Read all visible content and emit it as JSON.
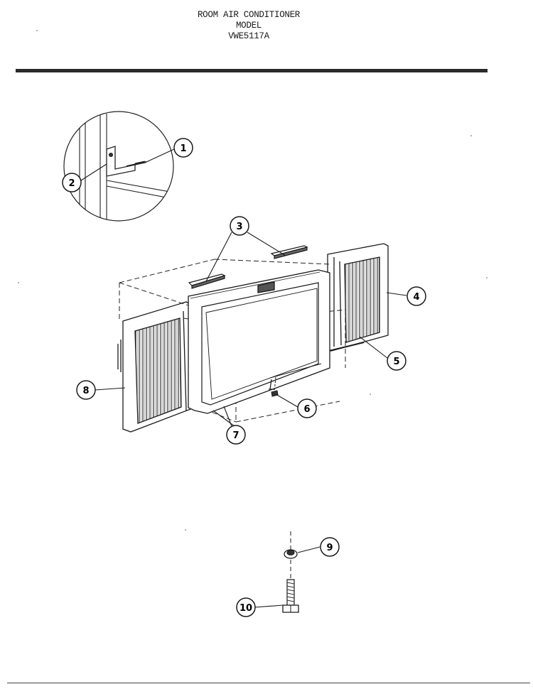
{
  "header": {
    "line1": "ROOM AIR CONDITIONER",
    "line2": "MODEL",
    "line3": "VWE5117A"
  },
  "callouts": [
    {
      "id": "1",
      "label": "1"
    },
    {
      "id": "2",
      "label": "2"
    },
    {
      "id": "3",
      "label": "3"
    },
    {
      "id": "4",
      "label": "4"
    },
    {
      "id": "5",
      "label": "5"
    },
    {
      "id": "6",
      "label": "6"
    },
    {
      "id": "7",
      "label": "7"
    },
    {
      "id": "8",
      "label": "8"
    },
    {
      "id": "9",
      "label": "9"
    },
    {
      "id": "10",
      "label": "10"
    }
  ]
}
